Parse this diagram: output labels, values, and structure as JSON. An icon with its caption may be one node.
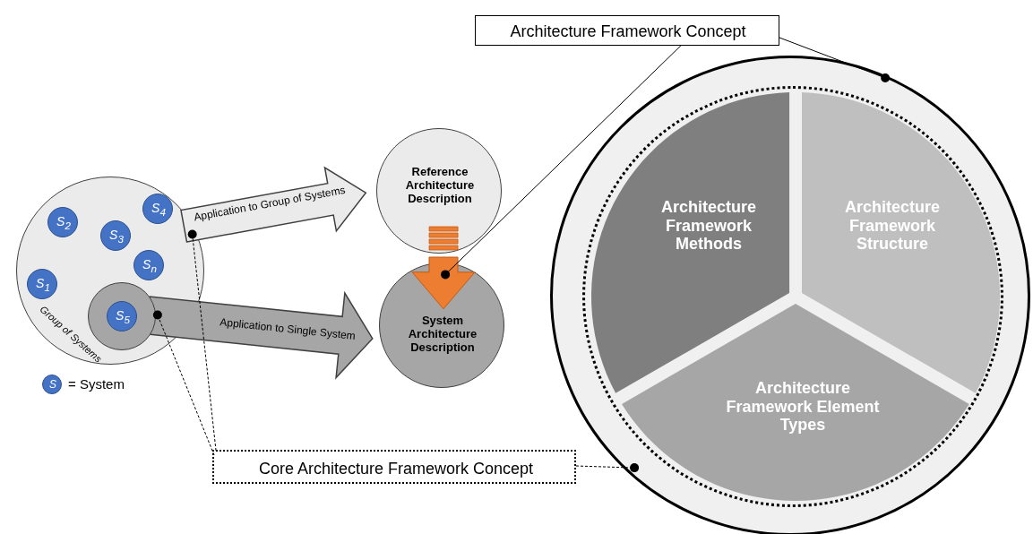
{
  "diagram": {
    "nodes": [
      {
        "text": [
          "Architecture Framework Concept"
        ]
      },
      {
        "text": [
          "Group of Systems"
        ]
      },
      {
        "text": [
          "S$_{2}$"
        ],
        "in": 1
      },
      {
        "text": [
          "S$_{4}$"
        ],
        "in": 1
      },
      {
        "text": [
          "S$_{3}$"
        ],
        "in": 1
      },
      {
        "text": [
          "S$_{n}$"
        ],
        "in": 1
      },
      {
        "text": [
          "S$_{1}$"
        ],
        "in": 1
      },
      {
        "text": [
          "Application to Group of Systems"
        ]
      },
      {
        "text": [
          "Application to Single System"
        ]
      },
      {
        "text": [
          "S$_{5}$"
        ],
        "in": 20
      },
      {
        "text": [
          "Reference Architecture Description"
        ]
      },
      {
        "text": [],
        "shape": "arrow"
      },
      {
        "text": [
          "System Architecture Description"
        ]
      },
      {
        "text": [],
        "shape": "circle"
      },
      {
        "text": [],
        "shape": "circle",
        "in": 13
      },
      {
        "text": [
          "Architecture Framework Methods"
        ],
        "in": 14
      },
      {
        "text": [
          "Architecture Framework Structure"
        ],
        "in": 14
      },
      {
        "text": [
          "Architecture Framework Element Types"
        ],
        "in": 14
      },
      {
        "text": [
          "S"
        ],
        "beside": [
          "= System"
        ]
      },
      {
        "text": [
          "Core Architecture Framework Concept"
        ]
      },
      {
        "text": [],
        "shape": "circle",
        "in": 1
      }
    ],
    "edges": [
      {
        "from": 0,
        "to": 11,
        "arrow": "other"
      },
      {
        "from": 0,
        "to": 13,
        "arrow": "other"
      },
      {
        "from": 19,
        "to": 7,
        "arrow": "other",
        "style": "dashed"
      },
      {
        "from": 19,
        "to": 8,
        "arrow": "other",
        "style": "dashed"
      },
      {
        "from": 19,
        "to": 14,
        "arrow": "other",
        "style": "dashed"
      },
      {
        "from": 1,
        "to": 10,
        "arrow": "to"
      },
      {
        "from": 20,
        "to": 12,
        "arrow": "to"
      },
      {
        "from": 10,
        "to": 12,
        "arrow": "to"
      }
    ]
  }
}
